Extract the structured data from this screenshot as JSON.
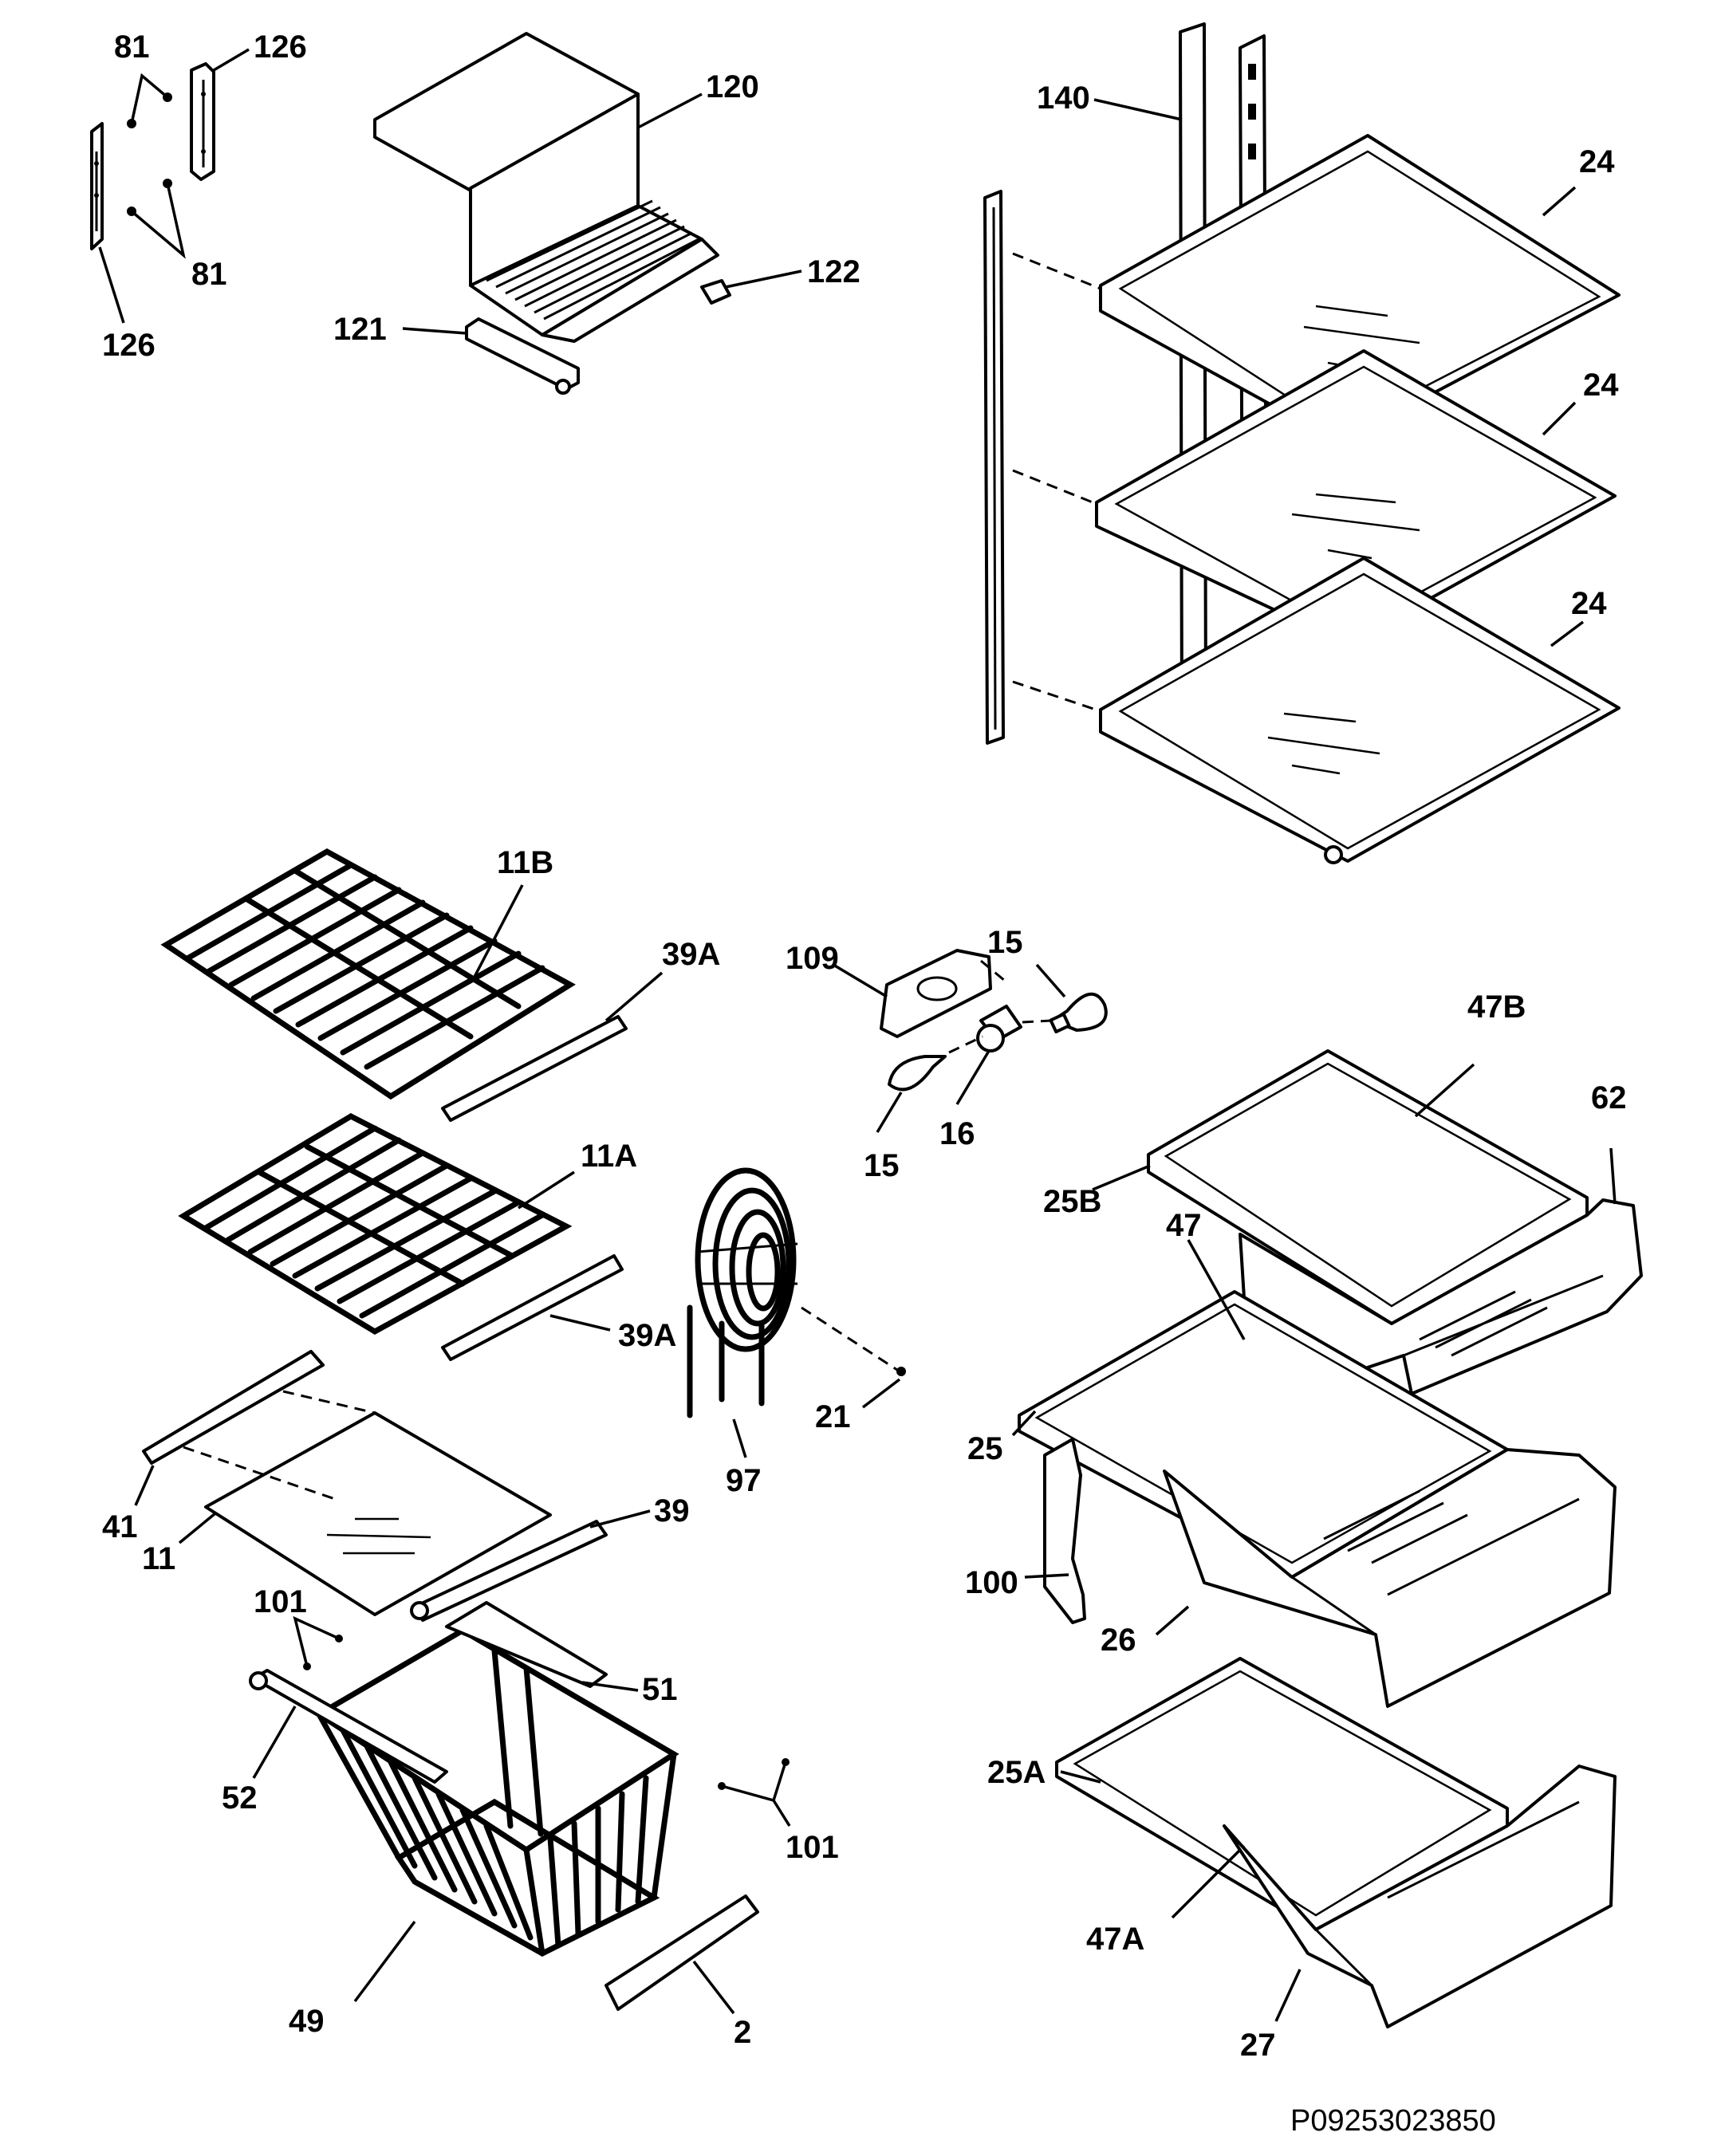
{
  "diagram": {
    "document_number": "P09253023850",
    "callouts": {
      "c81a": "81",
      "c126a": "126",
      "c81b": "81",
      "c126b": "126",
      "c120": "120",
      "c122": "122",
      "c121": "121",
      "c140": "140",
      "c24a": "24",
      "c24b": "24",
      "c24c": "24",
      "c11B": "11B",
      "c39Aa": "39A",
      "c109": "109",
      "c15a": "15",
      "c16": "16",
      "c15b": "15",
      "c47B": "47B",
      "c62": "62",
      "c11A": "11A",
      "c25B": "25B",
      "c47": "47",
      "c39Ab": "39A",
      "c21": "21",
      "c97": "97",
      "c25": "25",
      "c41": "41",
      "c11": "11",
      "c39": "39",
      "c100": "100",
      "c101a": "101",
      "c26": "26",
      "c51": "51",
      "c25A": "25A",
      "c52": "52",
      "c101b": "101",
      "c47A": "47A",
      "c49": "49",
      "c2": "2",
      "c27": "27"
    }
  }
}
